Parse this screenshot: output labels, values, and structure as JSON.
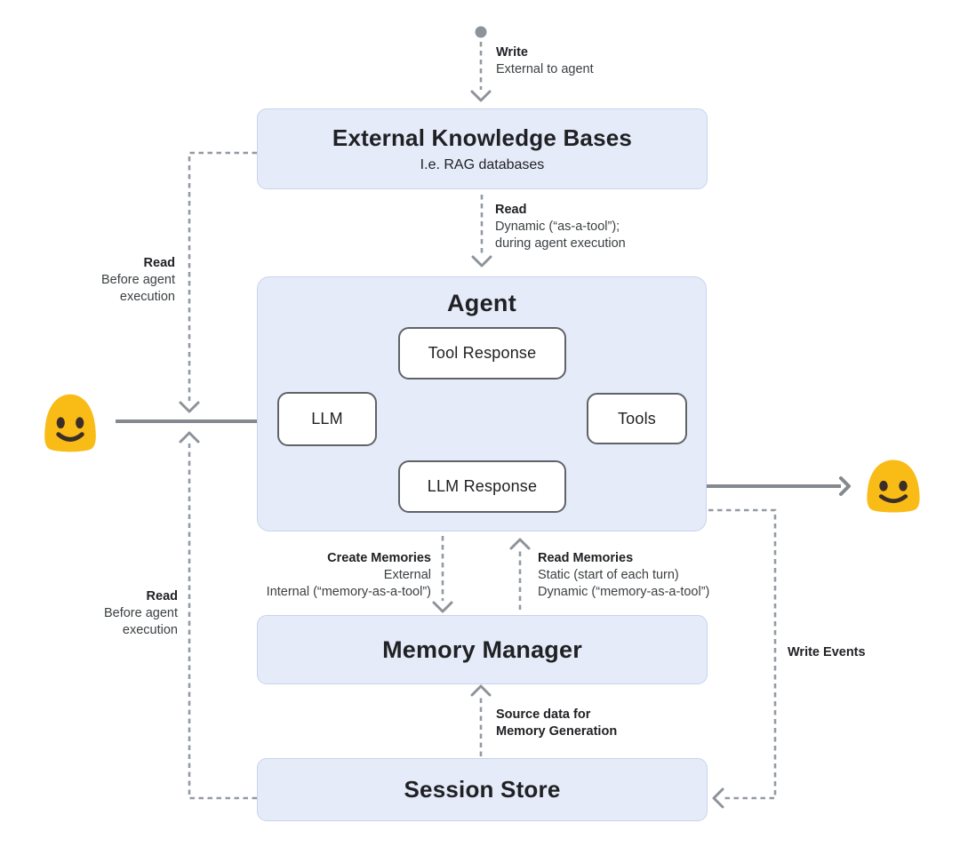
{
  "nodes": {
    "external_kb": {
      "title": "External Knowledge Bases",
      "subtitle": "I.e. RAG databases"
    },
    "agent": {
      "title": "Agent",
      "tool_response": "Tool Response",
      "llm": "LLM",
      "tools": "Tools",
      "llm_response": "LLM Response"
    },
    "memory_manager": {
      "title": "Memory Manager"
    },
    "session_store": {
      "title": "Session Store"
    }
  },
  "labels": {
    "write_external": {
      "title": "Write",
      "line1": "External to agent"
    },
    "read_dynamic": {
      "title": "Read",
      "line1": "Dynamic (“as-a-tool”);",
      "line2": "during agent execution"
    },
    "read_before_top": {
      "title": "Read",
      "line1": "Before agent",
      "line2": "execution"
    },
    "read_before_bottom": {
      "title": "Read",
      "line1": "Before agent",
      "line2": "execution"
    },
    "create_memories": {
      "title": "Create Memories",
      "line1": "External",
      "line2": "Internal (“memory-as-a-tool”)"
    },
    "read_memories": {
      "title": "Read Memories",
      "line1": "Static (start of each turn)",
      "line2": "Dynamic (“memory-as-a-tool”)"
    },
    "source_data": {
      "line1": "Source data for",
      "line2": "Memory Generation"
    },
    "write_events": {
      "title": "Write Events"
    }
  },
  "icons": {
    "left_user": "smiling-blob-user-icon",
    "right_user": "smiling-blob-user-icon",
    "start_dot": "flow-start-dot"
  },
  "colors": {
    "node_fill": "#e5ebf9",
    "node_border": "#c9d3ea",
    "inner_box_border": "#5f6368",
    "solid_arrow": "#84898f",
    "dashed_arrow": "#939aa1",
    "text_primary": "#202124",
    "text_secondary": "#3c4043",
    "emoji_body": "#f9bb16",
    "emoji_features": "#3b2d28"
  }
}
